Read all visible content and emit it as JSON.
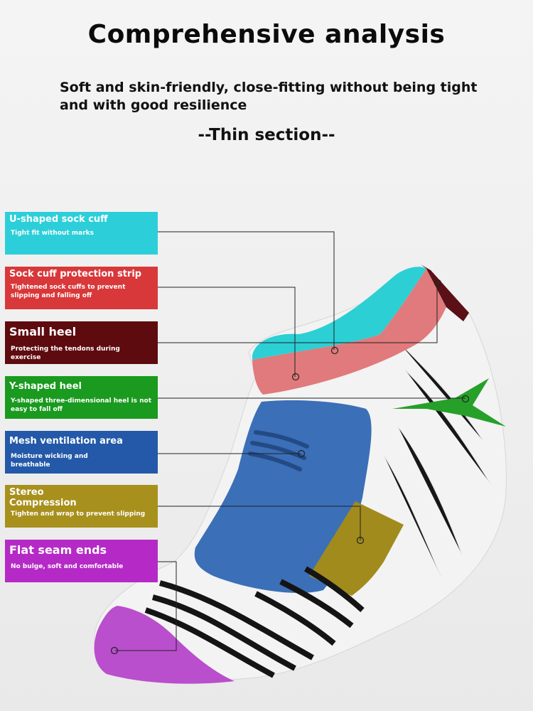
{
  "header": {
    "title": "Comprehensive analysis",
    "subtitle": "Soft and skin-friendly, close-fitting without being tight and with good resilience",
    "section": "--Thin section--"
  },
  "features": [
    {
      "title": "U-shaped sock cuff",
      "desc": "Tight fit without marks",
      "color": "#2ccfd9"
    },
    {
      "title": "Sock cuff protection strip",
      "desc": "Tightened sock cuffs to prevent slipping and falling off",
      "color": "#d9383a"
    },
    {
      "title": "Small heel",
      "desc": "Protecting the tendons during exercise",
      "color": "#5e0b0f"
    },
    {
      "title": "Y-shaped heel",
      "desc": "Y-shaped three-dimensional heel is not easy to fall off",
      "color": "#1a9a1e"
    },
    {
      "title": "Mesh ventilation area",
      "desc": "Moisture wicking and breathable",
      "color": "#2359a8"
    },
    {
      "title": "Stereo Compression",
      "desc": "Tighten and wrap to prevent slipping",
      "color": "#a8901d"
    },
    {
      "title": "Flat seam ends",
      "desc": "No bulge, soft and comfortable",
      "color": "#b52ac6"
    }
  ]
}
